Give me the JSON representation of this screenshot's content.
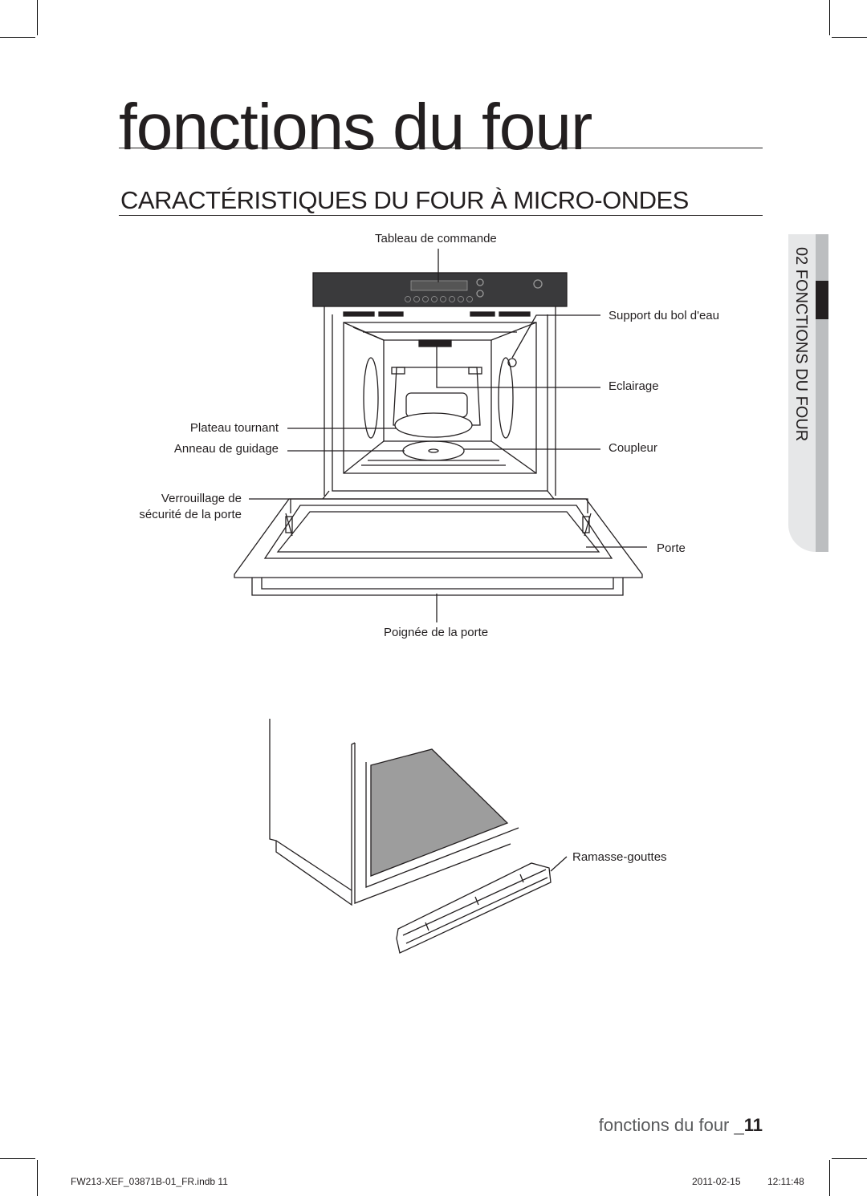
{
  "page": {
    "title": "fonctions du four",
    "section_heading": "CARACTÉRISTIQUES DU FOUR À MICRO-ONDES"
  },
  "side_tab": {
    "label": "02 FONCTIONS DU FOUR"
  },
  "diagram_labels": {
    "control_panel": "Tableau de commande",
    "water_bowl_support": "Support du bol d'eau",
    "lighting": "Eclairage",
    "turntable": "Plateau tournant",
    "guide_ring": "Anneau de guidage",
    "coupler": "Coupleur",
    "door_lock_line1": "Verrouillage de",
    "door_lock_line2": "sécurité de la porte",
    "door": "Porte",
    "door_handle": "Poignée de la porte",
    "drip_tray": "Ramasse-gouttes"
  },
  "footer": {
    "section_name": "fonctions du four _",
    "page_number": "11",
    "file_info": "FW213-XEF_03871B-01_FR.indb   11",
    "date": "2011-02-15",
    "time": "12:11:48"
  }
}
